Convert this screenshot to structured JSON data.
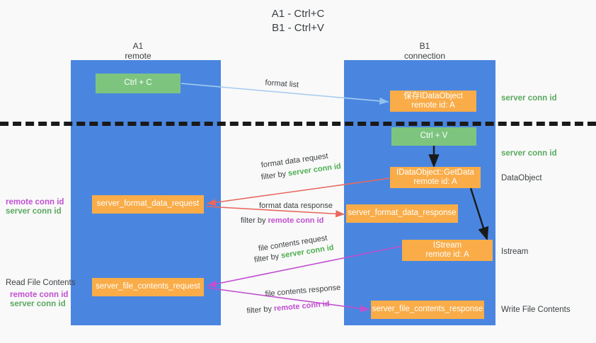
{
  "title": "A1 - Ctrl+C\nB1 - Ctrl+V",
  "colors": {
    "background": "#f9f9f9",
    "column_blue": "#4a86e0",
    "node_green": "#7dc57f",
    "node_orange": "#f9ac48",
    "server_conn_green": "#5aa95f",
    "remote_conn_purple": "#c14fd0",
    "arrow_blue": "#a8cdf0",
    "arrow_red": "#e8685f",
    "arrow_purple": "#c14fd0",
    "arrow_black": "#1a1a1a",
    "text_dark": "#3c4043"
  },
  "columns": [
    {
      "id": "a1",
      "header_line1": "A1",
      "header_line2": "remote"
    },
    {
      "id": "b1",
      "header_line1": "B1",
      "header_line2": "connection"
    }
  ],
  "nodes": [
    {
      "id": "ctrl-c",
      "label": "Ctrl + C",
      "sublabel": "",
      "style": "green"
    },
    {
      "id": "save-idataobject",
      "label": "保存IDataObject",
      "sublabel": "remote id: A",
      "style": "orange"
    },
    {
      "id": "ctrl-v",
      "label": "Ctrl + V",
      "sublabel": "",
      "style": "green"
    },
    {
      "id": "idataobject-getdata",
      "label": "IDataObject::GetData",
      "sublabel": "remote id: A",
      "style": "orange"
    },
    {
      "id": "server-format-data-request",
      "label": "server_format_data_request",
      "sublabel": "",
      "style": "orange"
    },
    {
      "id": "server-format-data-response",
      "label": "server_format_data_response",
      "sublabel": "",
      "style": "orange"
    },
    {
      "id": "istream",
      "label": "IStream",
      "sublabel": "remote id: A",
      "style": "orange"
    },
    {
      "id": "server-file-contents-request",
      "label": "server_file_contents_request",
      "sublabel": "",
      "style": "orange"
    },
    {
      "id": "server-file-contents-response",
      "label": "server_file_contents_response",
      "sublabel": "",
      "style": "orange"
    }
  ],
  "side_labels": {
    "server_conn_id_top": "server conn id",
    "server_conn_id_second": "server conn id",
    "dataobject": "DataObject",
    "istream": "Istream",
    "write_file_contents": "Write File Contents",
    "read_file_contents": "Read File Contents",
    "remote_conn_id_mid": "remote conn id",
    "server_conn_id_mid": "server conn id",
    "remote_conn_id_bottom": "remote conn id",
    "server_conn_id_bottom": "server conn id"
  },
  "edge_labels": {
    "format_list": "format list",
    "format_data_request": "format data request",
    "filter_by": "filter by ",
    "server_conn_id": "server conn id",
    "format_data_response": "format data response",
    "remote_conn_id": "remote conn id",
    "file_contents_request": "file contents request",
    "file_contents_response": "file contents response"
  }
}
